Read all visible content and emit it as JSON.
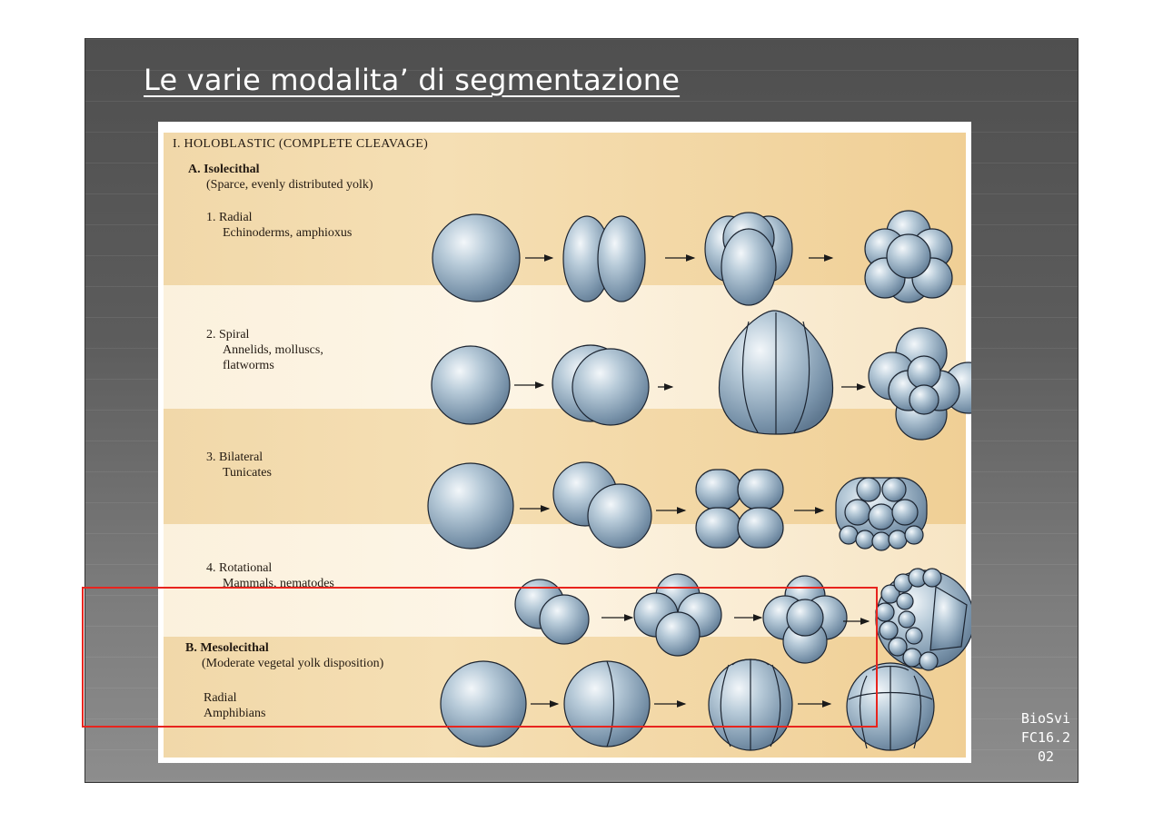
{
  "slide": {
    "title": "Le varie modalita’ di segmentazione",
    "badge": [
      "BioSvi",
      "FC16.2",
      "02"
    ],
    "highlight_color": "#e8241e"
  },
  "figure": {
    "heading": "I. HOLOBLASTIC (COMPLETE CLEAVAGE)",
    "sections": [
      {
        "label": "A. Isolecithal",
        "sub": "(Sparce, evenly distributed yolk)"
      },
      {
        "label": "B. Mesolecithal",
        "sub": "(Moderate vegetal yolk disposition)"
      }
    ],
    "rows": [
      {
        "name": "1. Radial",
        "organisms": [
          "Echinoderms, amphioxus"
        ]
      },
      {
        "name": "2. Spiral",
        "organisms": [
          "Annelids, molluscs,",
          "flatworms"
        ]
      },
      {
        "name": "3. Bilateral",
        "organisms": [
          "Tunicates"
        ]
      },
      {
        "name": "4. Rotational",
        "organisms": [
          "Mammals, nematodes"
        ]
      },
      {
        "name": "Radial",
        "organisms": [
          "Amphibians"
        ]
      }
    ]
  }
}
